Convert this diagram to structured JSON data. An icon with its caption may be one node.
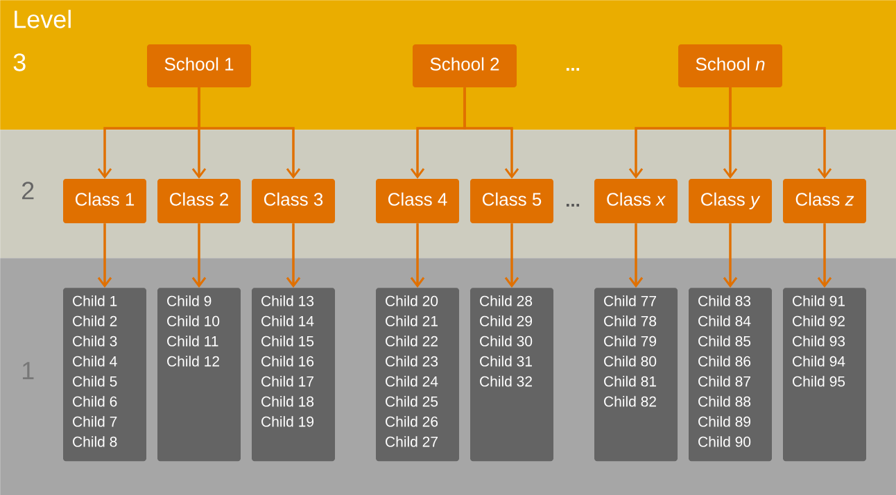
{
  "diagram": {
    "nodes": [
      {
        "text": [
          "Level 3"
        ]
      },
      {
        "text": [
          "School 1"
        ],
        "in": 0
      },
      {
        "text": [
          "School 2"
        ],
        "in": 0
      },
      {
        "text": [
          "School *n*"
        ],
        "in": 0
      },
      {
        "text": [
          "2"
        ]
      },
      {
        "text": [
          "Class 1"
        ],
        "in": 4
      },
      {
        "text": [
          "Class 2"
        ],
        "in": 4
      },
      {
        "text": [
          "Class 3"
        ],
        "in": 4
      },
      {
        "text": [
          "Class 4"
        ],
        "in": 4
      },
      {
        "text": [
          "Class 5"
        ],
        "in": 4
      },
      {
        "text": [
          "Class *x*"
        ],
        "in": 4
      },
      {
        "text": [
          "Class *y*"
        ],
        "in": 4
      },
      {
        "text": [
          "Class *z*"
        ],
        "in": 4
      },
      {
        "text": [
          "1"
        ]
      },
      {
        "text": [
          "Child 1",
          "Child 2",
          "Child 3",
          "Child 4",
          "Child 5",
          "Child 6",
          "Child 7",
          "Child 8"
        ],
        "in": 13
      },
      {
        "text": [
          "Child 9",
          "Child 10",
          "Child 11",
          "Child 12"
        ],
        "in": 13
      },
      {
        "text": [
          "Child 13",
          "Child 14",
          "Child 15",
          "Child 16",
          "Child 17",
          "Child 18",
          "Child 19"
        ],
        "in": 13
      },
      {
        "text": [
          "Child 20",
          "Child 21",
          "Child 22",
          "Child 23",
          "Child 24",
          "Child 25",
          "Child 26",
          "Child 27"
        ],
        "in": 13
      },
      {
        "text": [
          "Child 28",
          "Child 29",
          "Child 30",
          "Child 31",
          "Child 32"
        ],
        "in": 13
      },
      {
        "text": [
          "Child 77",
          "Child 78",
          "Child 79",
          "Child 80",
          "Child 81",
          "Child 82"
        ],
        "in": 13
      },
      {
        "text": [
          "Child 83",
          "Child 84",
          "Child 85",
          "Child 86",
          "Child 87",
          "Child 88",
          "Child 89",
          "Child 90"
        ],
        "in": 13
      },
      {
        "text": [
          "Child 91",
          "Child 92",
          "Child 93",
          "Child 94",
          "Child 95"
        ],
        "in": 13
      }
    ],
    "edges": [
      {
        "from": 1,
        "to": 5,
        "arrow": "to"
      },
      {
        "from": 1,
        "to": 6,
        "arrow": "to"
      },
      {
        "from": 1,
        "to": 7,
        "arrow": "to"
      },
      {
        "from": 2,
        "to": 8,
        "arrow": "to"
      },
      {
        "from": 2,
        "to": 9,
        "arrow": "to"
      },
      {
        "from": 3,
        "to": 10,
        "arrow": "to"
      },
      {
        "from": 3,
        "to": 11,
        "arrow": "to"
      },
      {
        "from": 3,
        "to": 12,
        "arrow": "to"
      },
      {
        "from": 5,
        "to": 14,
        "arrow": "to"
      },
      {
        "from": 6,
        "to": 15,
        "arrow": "to"
      },
      {
        "from": 7,
        "to": 16,
        "arrow": "to"
      },
      {
        "from": 8,
        "to": 17,
        "arrow": "to"
      },
      {
        "from": 9,
        "to": 18,
        "arrow": "to"
      },
      {
        "from": 10,
        "to": 19,
        "arrow": "to"
      },
      {
        "from": 11,
        "to": 20,
        "arrow": "to"
      },
      {
        "from": 12,
        "to": 21,
        "arrow": "to"
      }
    ],
    "labels": [
      "...",
      "..."
    ]
  }
}
